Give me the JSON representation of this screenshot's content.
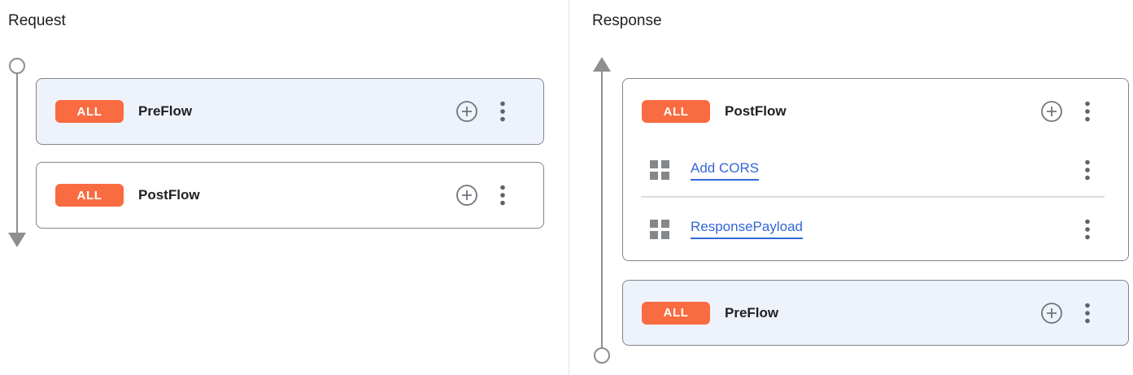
{
  "colors": {
    "badge_orange": "#f96b40",
    "card_highlight_blue": "#eef2fb",
    "card_border_gray": "#80868b",
    "link_blue": "#3367d6",
    "timeline_gray": "#8e8e8e",
    "divider_gray": "#dadce0"
  },
  "icons": {
    "add_policy": "plus-circle-icon",
    "more_options": "kebab-menu-icon",
    "policy": "grid-squares-icon",
    "request_timeline": "circle-start-arrow-down",
    "response_timeline": "arrow-up-circle-end"
  },
  "request_panel": {
    "title": "Request",
    "cards": [
      {
        "badge": "ALL",
        "title": "PreFlow"
      },
      {
        "badge": "ALL",
        "title": "PostFlow"
      }
    ]
  },
  "response_panel": {
    "title": "Response",
    "cards": [
      {
        "badge": "ALL",
        "title": "PostFlow",
        "policies": [
          {
            "name": "Add CORS"
          },
          {
            "name": "ResponsePayload"
          }
        ]
      },
      {
        "badge": "ALL",
        "title": "PreFlow"
      }
    ]
  }
}
